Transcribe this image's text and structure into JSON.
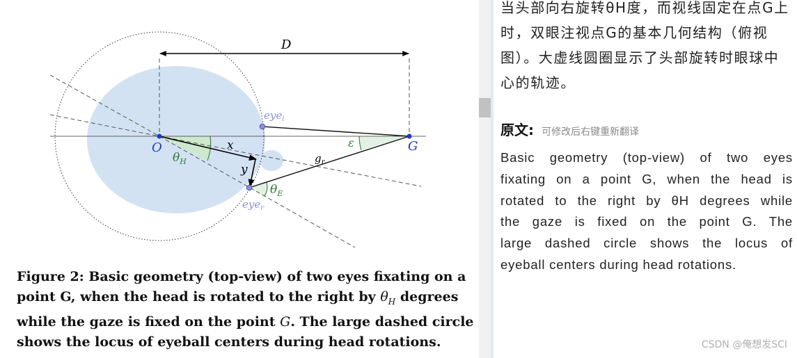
{
  "figure": {
    "labels": {
      "D": "D",
      "O": "O",
      "G": "G",
      "x": "x",
      "y": "y",
      "gr": "g",
      "gr_sub": "r",
      "eyel": "eye",
      "eyel_sub": "l",
      "eyer": "eye",
      "eyer_sub": "r",
      "theta_h": "θ",
      "theta_h_sub": "H",
      "theta_e": "θ",
      "theta_e_sub": "E",
      "epsilon": "ε"
    },
    "colors": {
      "head_fill": "#d3e2f3",
      "theta_h_wedge": "#cde8cd",
      "theta_h_stroke": "#3c8a3c",
      "label_green": "#2e7d32",
      "point_blue": "#1f3bc4",
      "eye_purple": "#8b8fd8"
    }
  },
  "caption": {
    "lines": [
      "Figure 2: Basic geometry (top-view) of two eyes fixating on a",
      "point G, when the head is rotated to the right by ",
      " degrees",
      "while the gaze is fixed on the point ",
      ". The large dashed circle",
      "shows the locus of eyeball centers during head rotations."
    ],
    "theta": "θ",
    "theta_sub": "H",
    "point_g": "G"
  },
  "translation": {
    "lines": [
      "当头部向右旋转θH度，而视线固定在点G上",
      "时，双眼注视点G的基本几何结构（俯视",
      "图）。大虚线圆圈显示了头部旋转时眼球中",
      "心的轨迹。"
    ]
  },
  "original": {
    "title": "原文:",
    "hint": "可修改后右键重新翻译",
    "lines": [
      "Basic geometry (top-view) of two eyes",
      "fixating on a point G, when the head is",
      "rotated to the right by θH degrees while",
      "the gaze is fixed on the point G. The",
      "large dashed circle shows the locus of",
      "eyeball centers during head rotations."
    ]
  },
  "watermark": "CSDN @俺想发SCI"
}
